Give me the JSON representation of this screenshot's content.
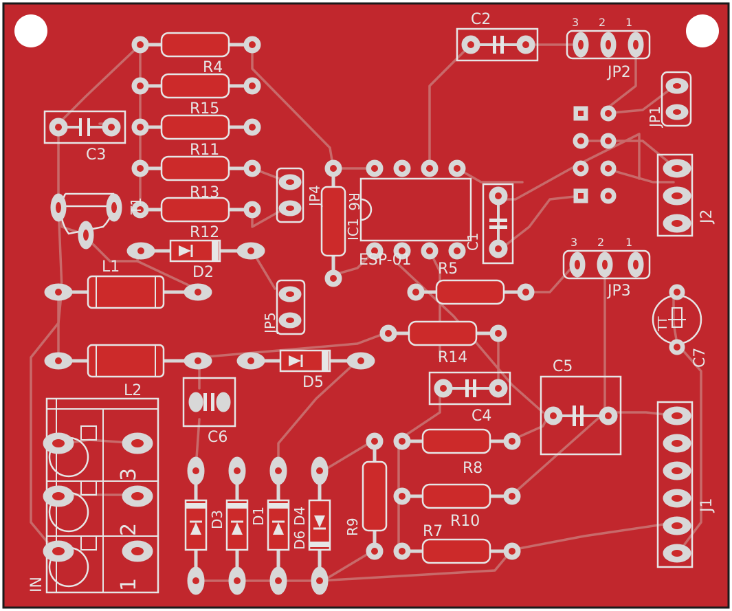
{
  "colors": {
    "board": "#c1272d",
    "silk": "#e6e6e6",
    "pad": "#d8d8d8",
    "trace": "#c86a6a"
  },
  "labels": {
    "R4": "R4",
    "R15": "R15",
    "R11": "R11",
    "R13": "R13",
    "R12": "R12",
    "C3": "C3",
    "T1": "T1",
    "L1": "L1",
    "L2": "L2",
    "D2": "D2",
    "JP4": "JP4",
    "IC1": "IC1",
    "R6": "R6",
    "ESP01": "ESP-01",
    "C1": "C1",
    "C2": "C2",
    "JP2": "JP2",
    "JP1": "JP1",
    "J2": "J2",
    "JP3": "JP3",
    "R5": "R5",
    "JP5": "JP5",
    "R14": "R14",
    "D5": "D5",
    "C7": "C7",
    "TT": "TT",
    "C5": "C5",
    "C4": "C4",
    "C6": "C6",
    "R8": "R8",
    "R10": "R10",
    "R7": "R7",
    "R9": "R9",
    "D3": "D3",
    "D1": "D1",
    "D6": "D6",
    "D4": "D4",
    "J1": "J1",
    "IN": "IN",
    "JP2_pins": [
      "3",
      "2",
      "1"
    ],
    "JP3_pins": [
      "3",
      "2",
      "1"
    ],
    "term_pins": [
      "3",
      "2",
      "1"
    ]
  }
}
